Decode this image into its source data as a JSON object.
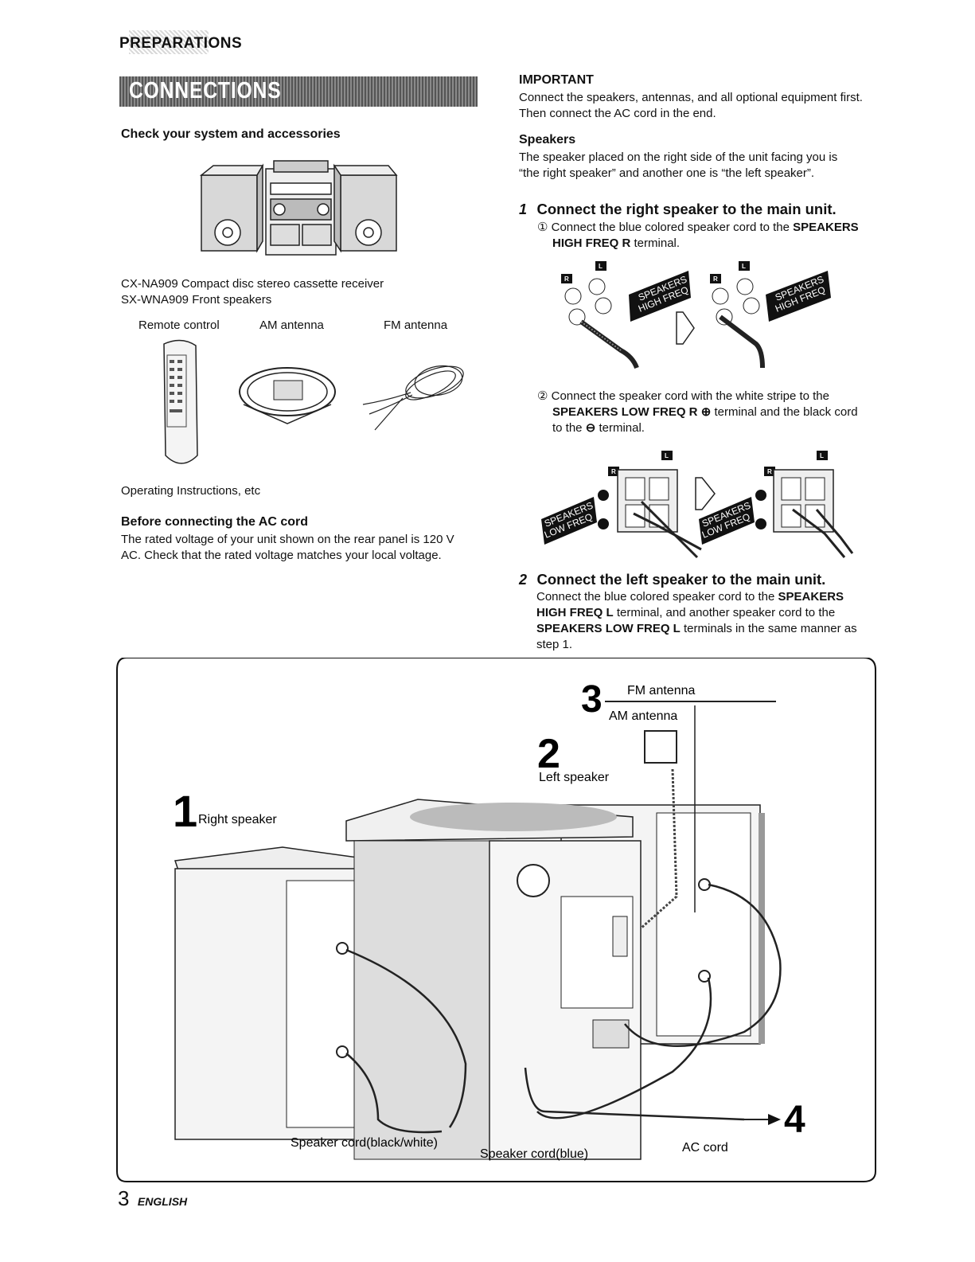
{
  "header": {
    "section": "PREPARATIONS",
    "banner": "CONNECTIONS"
  },
  "left": {
    "check_heading": "Check your system and accessories",
    "receiver_line": "CX-NA909 Compact disc stereo cassette receiver",
    "speakers_line": "SX-WNA909 Front speakers",
    "accessories": {
      "remote": "Remote control",
      "am": "AM antenna",
      "fm": "FM antenna"
    },
    "operating": "Operating Instructions, etc",
    "before_heading": "Before connecting the AC cord",
    "before_text_1": "The rated voltage of your unit shown on the rear panel is 120 V",
    "before_text_2": "AC. Check that the rated voltage matches your local voltage."
  },
  "right": {
    "important_heading": "IMPORTANT",
    "important_1": "Connect the speakers, antennas, and all optional equipment first.",
    "important_2": "Then connect the AC cord in the end.",
    "speakers_heading": "Speakers",
    "speakers_1": "The speaker placed on the right side of the unit facing you is",
    "speakers_2": "“the right speaker” and another one is “the left speaker”.",
    "step1_num": "1",
    "step1_title": "Connect the right speaker to the main unit.",
    "step1a_mark": "①",
    "step1a_text": "Connect the blue colored speaker cord to the",
    "step1a_bold1": "SPEAKERS",
    "step1a_bold2": "HIGH FREQ R",
    "step1a_tail": "terminal.",
    "step1b_mark": "②",
    "step1b_text": "Connect the speaker cord with the white stripe to the",
    "step1b_bold": "SPEAKERS LOW FREQ R",
    "step1b_plus": "⊕",
    "step1b_tail": "terminal and the black cord",
    "step1b_line3a": "to the",
    "step1b_minus": "⊖",
    "step1b_line3b": "terminal.",
    "step2_num": "2",
    "step2_title": "Connect the left speaker to the main unit.",
    "step2_l1a": "Connect the blue colored speaker cord to the",
    "step2_l1b": "SPEAKERS",
    "step2_l2a": "HIGH FREQ L",
    "step2_l2b": "terminal, and another speaker cord to the",
    "step2_l3a": "SPEAKERS LOW FREQ L",
    "step2_l3b": "terminals in the same manner as",
    "step2_l4": "step 1."
  },
  "terminal_labels": {
    "r": "R",
    "l": "L",
    "speakers": "SPEAKERS",
    "high_freq": "HIGH FREQ",
    "low_freq": "LOW FREQ"
  },
  "diagram": {
    "n1": "1",
    "right_speaker": "Right speaker",
    "n2": "2",
    "left_speaker": "Left speaker",
    "n3": "3",
    "fm_antenna": "FM antenna",
    "am_antenna": "AM antenna",
    "n4": "4",
    "cord_bw": "Speaker cord(black/white)",
    "cord_blue": "Speaker cord(blue)",
    "ac_cord": "AC cord"
  },
  "footer": {
    "page": "3",
    "lang": "ENGLISH"
  }
}
